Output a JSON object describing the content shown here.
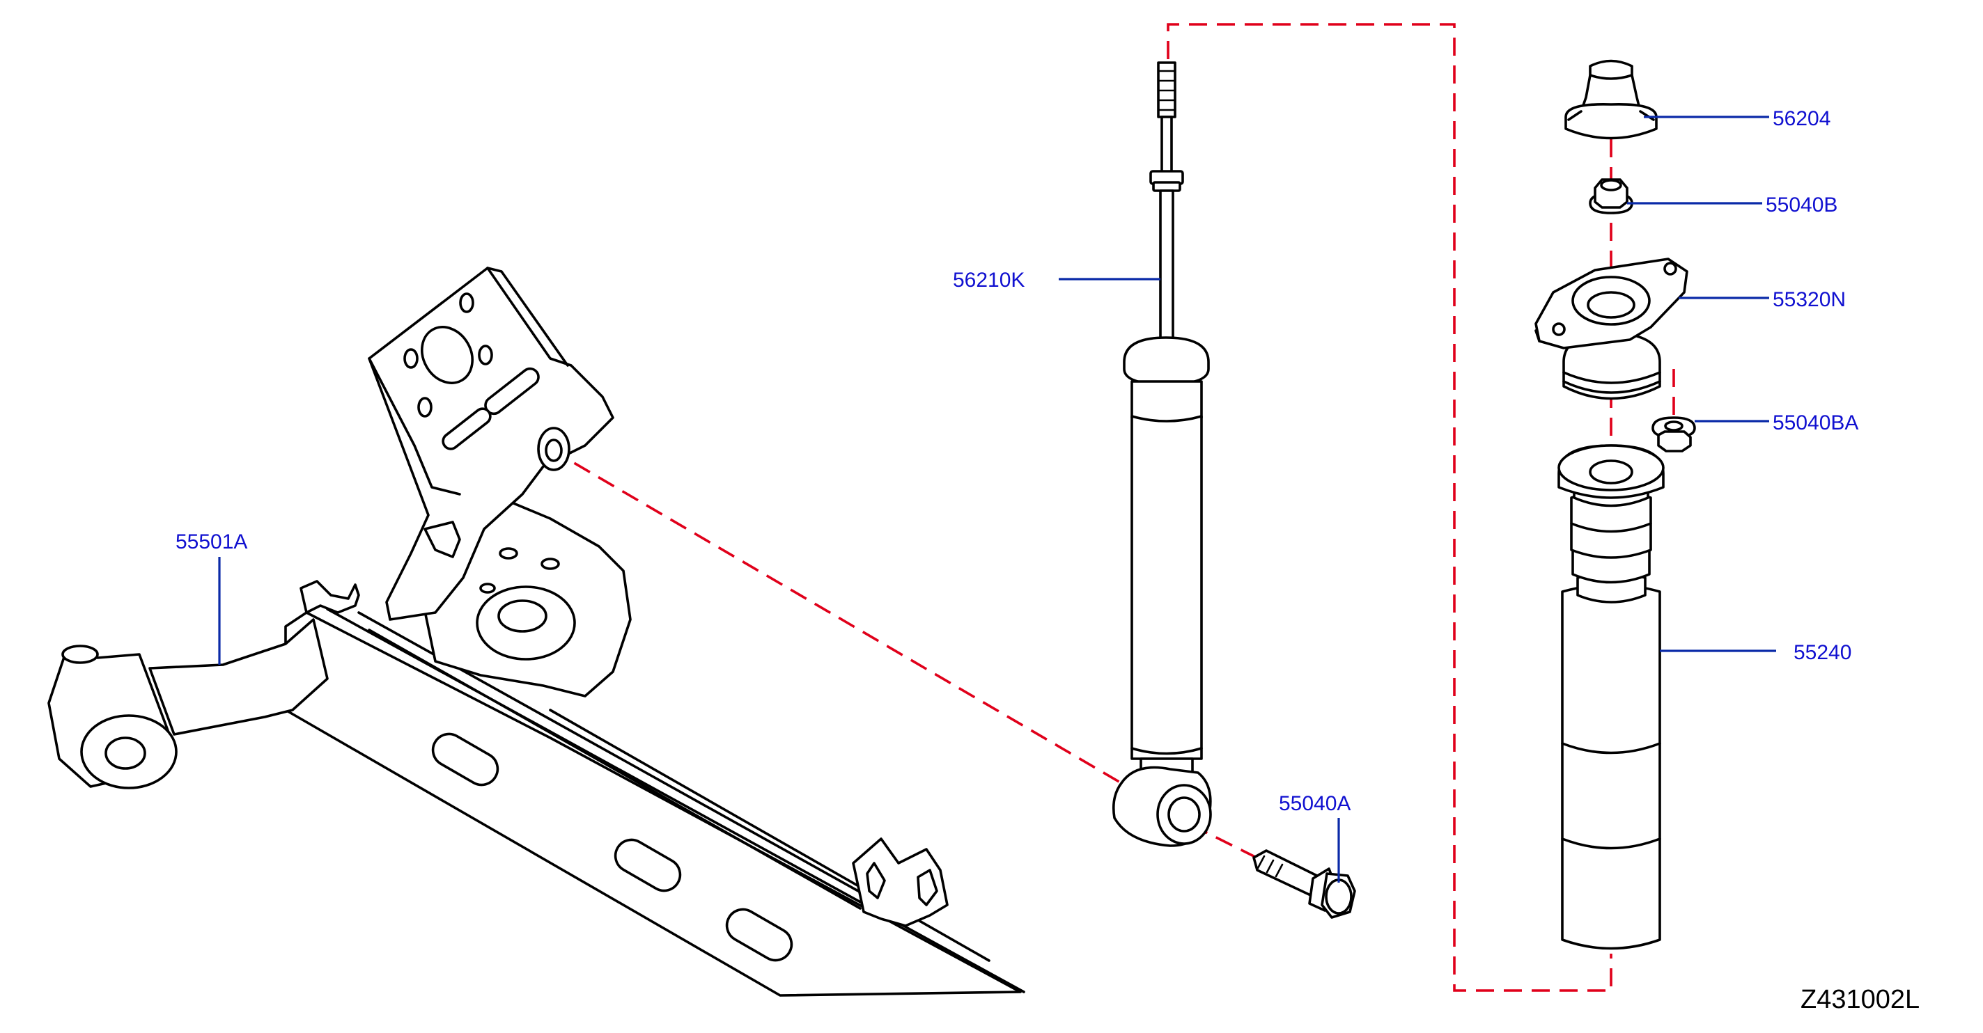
{
  "diagram": {
    "drawing_code": "Z431002L",
    "colors": {
      "leader": "#0a2aa8",
      "part_label": "#1010d0",
      "alignment_line": "#e0001a",
      "outline": "#000000"
    },
    "parts": [
      {
        "id": "p-55501A",
        "label": "55501A",
        "component": "rear-suspension-beam"
      },
      {
        "id": "p-56210K",
        "label": "56210K",
        "component": "shock-absorber"
      },
      {
        "id": "p-55040A",
        "label": "55040A",
        "component": "mounting-bolt"
      },
      {
        "id": "p-56204",
        "label": "56204",
        "component": "dust-cap"
      },
      {
        "id": "p-55040B",
        "label": "55040B",
        "component": "nut"
      },
      {
        "id": "p-55320N",
        "label": "55320N",
        "component": "upper-mount-insulator"
      },
      {
        "id": "p-55040BA",
        "label": "55040BA",
        "component": "flange-nut"
      },
      {
        "id": "p-55240",
        "label": "55240",
        "component": "bound-bumper-and-dust-cover"
      }
    ]
  }
}
